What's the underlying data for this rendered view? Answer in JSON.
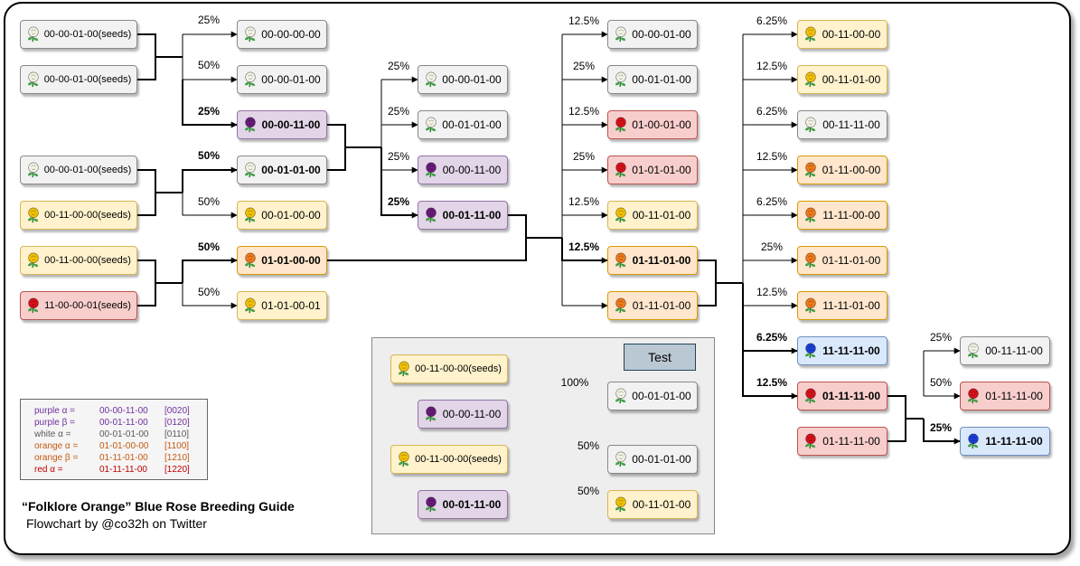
{
  "title": "“Folklore Orange” Blue Rose Breeding Guide",
  "subtitle": "Flowchart by @co32h on Twitter",
  "test_label": "Test",
  "colors": {
    "white": "#f2f2f2",
    "yellow": "#fff2cc",
    "purple": "#e1d5e7",
    "red": "#f8cecc",
    "orange": "#ffe6cc",
    "blue": "#dae8fc",
    "rose_white": "#f4f4e6",
    "rose_yellow": "#f2c200",
    "rose_purple": "#6a1a7a",
    "rose_red": "#d8101a",
    "rose_orange": "#f07a1a",
    "rose_blue": "#1a3fd8"
  },
  "legend": [
    {
      "name": "purple α =",
      "code": "00-00-11-00",
      "bracket": "[0020]",
      "color": "#7030a0"
    },
    {
      "name": "purple β =",
      "code": "00-01-11-00",
      "bracket": "[0120]",
      "color": "#7030a0"
    },
    {
      "name": "white α =",
      "code": "00-01-01-00",
      "bracket": "[0110]",
      "color": "#595959"
    },
    {
      "name": "orange α =",
      "code": "01-01-00-00",
      "bracket": "[1100]",
      "color": "#c55a11"
    },
    {
      "name": "orange β =",
      "code": "01-11-01-00",
      "bracket": "[1210]",
      "color": "#c55a11"
    },
    {
      "name": "red α =",
      "code": "01-11-11-00",
      "bracket": "[1220]",
      "color": "#c00000"
    }
  ],
  "nodes": {
    "s1": {
      "label": "00-00-01-00(seeds)",
      "color": "white"
    },
    "s2": {
      "label": "00-00-01-00(seeds)",
      "color": "white"
    },
    "s3": {
      "label": "00-00-01-00(seeds)",
      "color": "white"
    },
    "s4": {
      "label": "00-11-00-00(seeds)",
      "color": "yellow"
    },
    "s5": {
      "label": "00-11-00-00(seeds)",
      "color": "yellow"
    },
    "s6": {
      "label": "11-00-00-01(seeds)",
      "color": "red"
    },
    "a1": {
      "label": "00-00-00-00",
      "color": "white"
    },
    "a2": {
      "label": "00-00-01-00",
      "color": "white"
    },
    "a3": {
      "label": "00-00-11-00",
      "color": "purple"
    },
    "a4": {
      "label": "00-01-01-00",
      "color": "white"
    },
    "a5": {
      "label": "00-01-00-00",
      "color": "yellow"
    },
    "a6": {
      "label": "01-01-00-00",
      "color": "orange"
    },
    "a7": {
      "label": "01-01-00-01",
      "color": "yellow"
    },
    "b1": {
      "label": "00-00-01-00",
      "color": "white"
    },
    "b2": {
      "label": "00-01-01-00",
      "color": "white"
    },
    "b3": {
      "label": "00-00-11-00",
      "color": "purple"
    },
    "b4": {
      "label": "00-01-11-00",
      "color": "purple"
    },
    "c1": {
      "label": "00-00-01-00",
      "color": "white"
    },
    "c2": {
      "label": "00-01-01-00",
      "color": "white"
    },
    "c3": {
      "label": "01-00-01-00",
      "color": "red"
    },
    "c4": {
      "label": "01-01-01-00",
      "color": "red"
    },
    "c5": {
      "label": "00-11-01-00",
      "color": "yellow"
    },
    "c6": {
      "label": "01-11-01-00",
      "color": "orange"
    },
    "c7": {
      "label": "01-11-01-00",
      "color": "orange"
    },
    "d1": {
      "label": "00-11-00-00",
      "color": "yellow"
    },
    "d2": {
      "label": "00-11-01-00",
      "color": "yellow"
    },
    "d3": {
      "label": "00-11-11-00",
      "color": "white"
    },
    "d4": {
      "label": "01-11-00-00",
      "color": "orange"
    },
    "d5": {
      "label": "11-11-00-00",
      "color": "orange"
    },
    "d6": {
      "label": "01-11-01-00",
      "color": "orange"
    },
    "d7": {
      "label": "11-11-01-00",
      "color": "orange"
    },
    "d8": {
      "label": "11-11-11-00",
      "color": "blue"
    },
    "d9": {
      "label": "01-11-11-00",
      "color": "red"
    },
    "d10": {
      "label": "01-11-11-00",
      "color": "red"
    },
    "e1": {
      "label": "00-11-11-00",
      "color": "white"
    },
    "e2": {
      "label": "01-11-11-00",
      "color": "red"
    },
    "e3": {
      "label": "11-11-11-00",
      "color": "blue"
    },
    "t1": {
      "label": "00-11-00-00(seeds)",
      "color": "yellow"
    },
    "t2": {
      "label": "00-00-11-00",
      "color": "purple"
    },
    "t3": {
      "label": "00-01-01-00",
      "color": "white"
    },
    "t4": {
      "label": "00-11-00-00(seeds)",
      "color": "yellow"
    },
    "t5": {
      "label": "00-01-11-00",
      "color": "purple"
    },
    "t6": {
      "label": "00-01-01-00",
      "color": "white"
    },
    "t7": {
      "label": "00-11-01-00",
      "color": "yellow"
    }
  },
  "percents": {
    "p_a1": "25%",
    "p_a2": "50%",
    "p_a3": "25%",
    "p_a4": "50%",
    "p_a5": "50%",
    "p_a6": "50%",
    "p_a7": "50%",
    "p_b1": "25%",
    "p_b2": "25%",
    "p_b3": "25%",
    "p_b4": "25%",
    "p_c1": "12.5%",
    "p_c2": "25%",
    "p_c3": "12.5%",
    "p_c4": "25%",
    "p_c5": "12.5%",
    "p_c6": "12.5%",
    "p_d1": "6.25%",
    "p_d2": "12.5%",
    "p_d3": "6.25%",
    "p_d4": "12.5%",
    "p_d5": "6.25%",
    "p_d6": "25%",
    "p_d7": "12.5%",
    "p_d8": "6.25%",
    "p_d9": "12.5%",
    "p_e1": "25%",
    "p_e2": "50%",
    "p_e3": "25%",
    "p_t3": "100%",
    "p_t6": "50%",
    "p_t7": "50%"
  }
}
